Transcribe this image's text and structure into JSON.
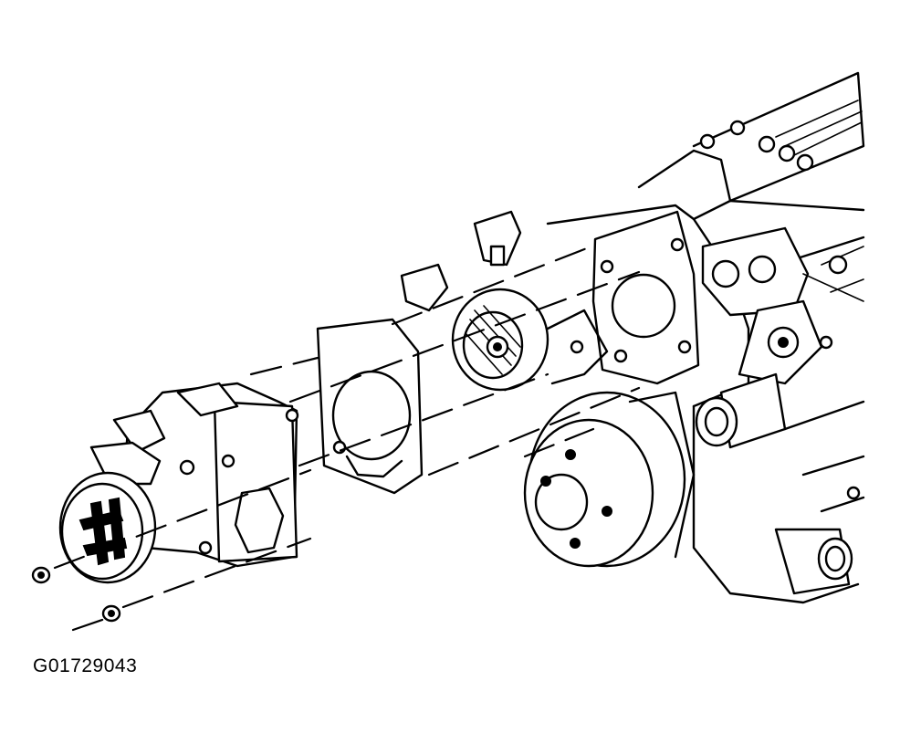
{
  "figure": {
    "id_label": "G01729043"
  },
  "colors": {
    "ink": "#000000",
    "paper": "#ffffff"
  },
  "components": [
    {
      "name": "throttle-body",
      "icon": "throttle-body-icon"
    },
    {
      "name": "throttle-body-gasket",
      "icon": "gasket-icon"
    },
    {
      "name": "intake-manifold",
      "icon": "engine-icon"
    },
    {
      "name": "water-pump-pulley",
      "icon": "pulley-icon"
    },
    {
      "name": "mounting-nuts",
      "icon": "nut-icon"
    }
  ]
}
